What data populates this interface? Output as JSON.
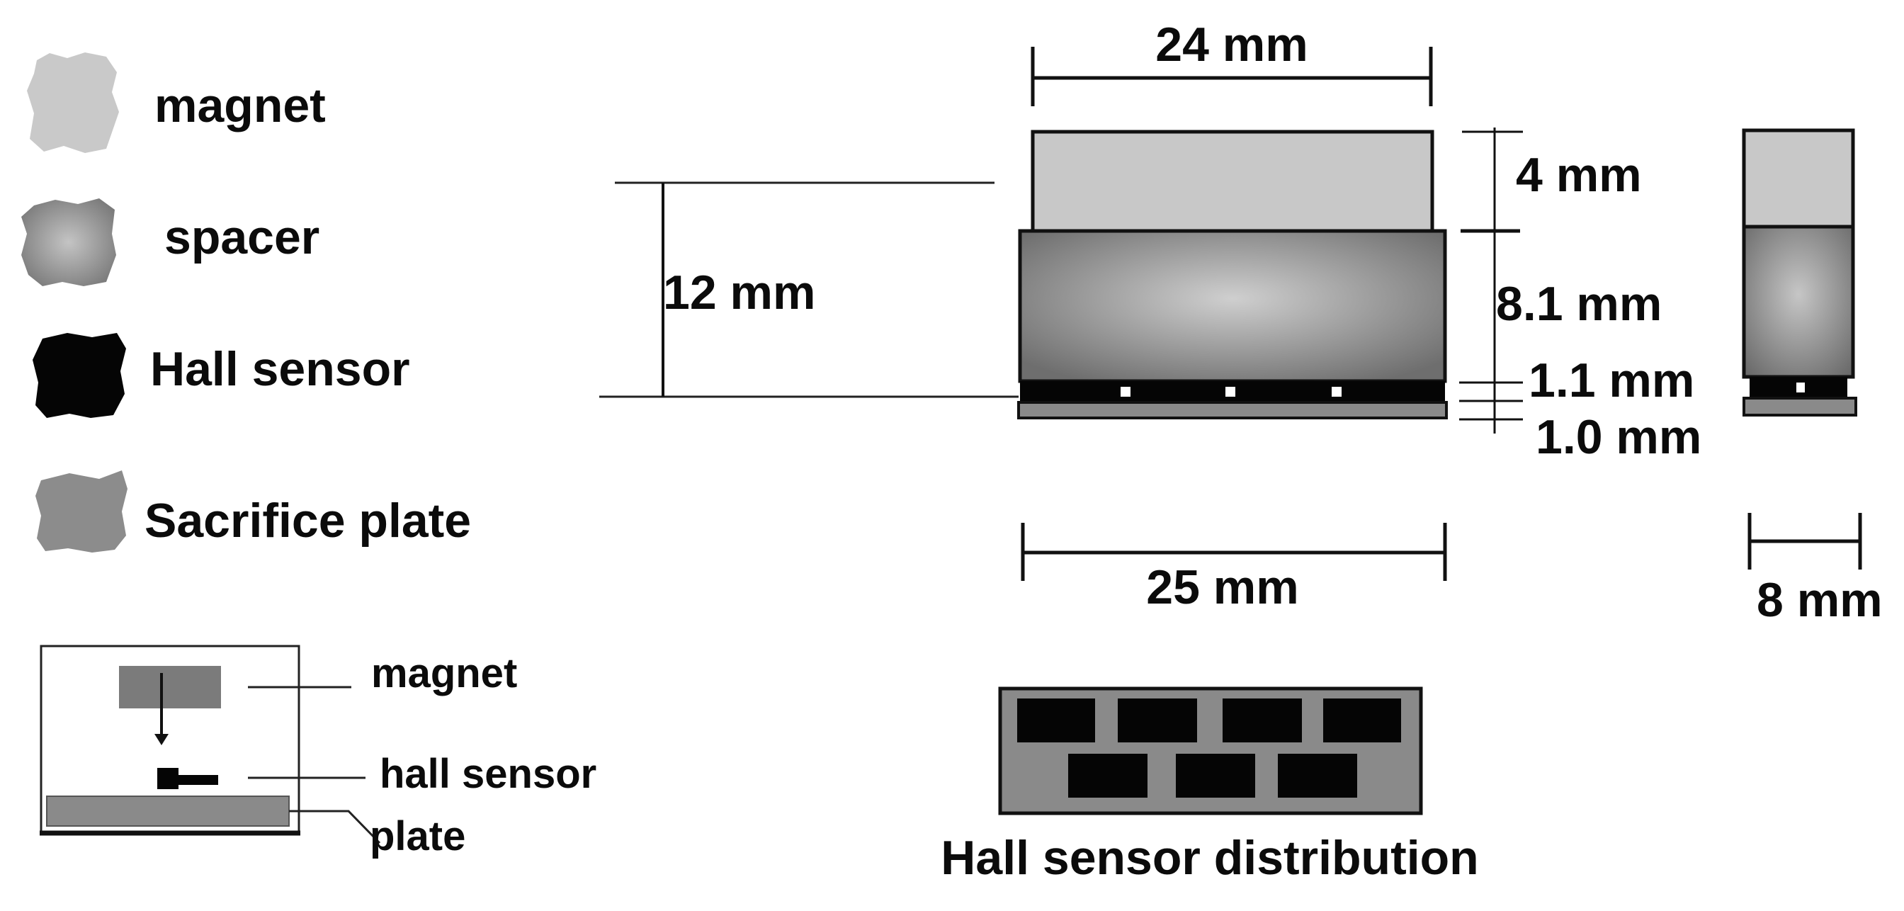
{
  "legend": {
    "items": [
      {
        "label": "magnet",
        "icon": "magnet-swatch-icon",
        "color": "#c9c9c9"
      },
      {
        "label": "spacer",
        "icon": "spacer-swatch-icon",
        "color": "#9a9a9a"
      },
      {
        "label": "Hall sensor",
        "icon": "hall-sensor-swatch-icon",
        "color": "#050505"
      },
      {
        "label": "Sacrifice plate",
        "icon": "sacrifice-plate-swatch-icon",
        "color": "#8c8c8c"
      }
    ]
  },
  "schematic": {
    "magnet_label": "magnet",
    "hall_sensor_label": "hall sensor",
    "plate_label": "plate"
  },
  "dimensions": {
    "top_width": "24 mm",
    "magnet_height": "4 mm",
    "total_height": "12 mm",
    "spacer_height": "8.1 mm",
    "sensor_layer": "1.1 mm",
    "plate_thickness": "1.0 mm",
    "bottom_width": "25 mm",
    "side_width": "8 mm"
  },
  "distribution": {
    "caption": "Hall sensor distribution"
  },
  "colors": {
    "magnet": "#c8c8c8",
    "spacer_center": "#c8c8c8",
    "spacer_edge": "#6f6f6f",
    "sensor": "#050505",
    "plate": "#8a8a8a",
    "outline": "#111111"
  }
}
